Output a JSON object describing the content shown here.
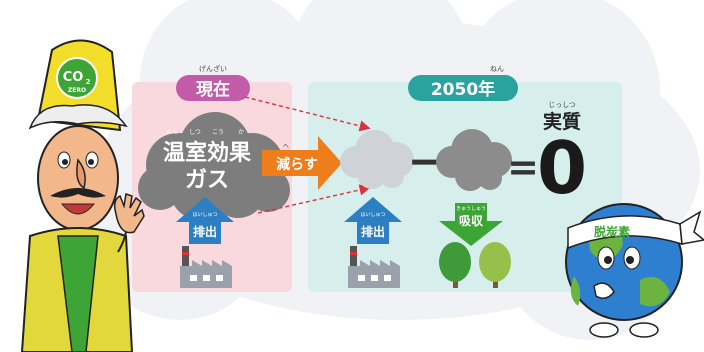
{
  "present": {
    "label": "現在",
    "ruby": "げんざい"
  },
  "future": {
    "label": "2050年",
    "ruby": "ねん"
  },
  "gas": {
    "line1": "温室効果",
    "line2": "ガス",
    "ruby1": "おん",
    "ruby2": "しつ",
    "ruby3": "こう",
    "ruby4": "か"
  },
  "reduce": {
    "label": "減らす",
    "ruby": "へ"
  },
  "emission": {
    "label": "排出",
    "ruby": "はいしゅつ"
  },
  "absorb": {
    "label": "吸収",
    "ruby": "きゅうしゅう"
  },
  "minus_sign": "−",
  "equals_sign": "=",
  "result": {
    "label": "実質",
    "ruby": "じっしつ",
    "value": "0"
  },
  "badge": {
    "co2": "CO",
    "sub": "2",
    "zero": "ZERO"
  },
  "globe_band": "脱炭素",
  "colors": {
    "present_tag": "#c25ba8",
    "future_tag": "#2aa39f",
    "arrow_blue": "#2d7fc4",
    "arrow_orange": "#ee7d1c",
    "arrow_green": "#3da535",
    "cloud": "#7a7a7a"
  }
}
